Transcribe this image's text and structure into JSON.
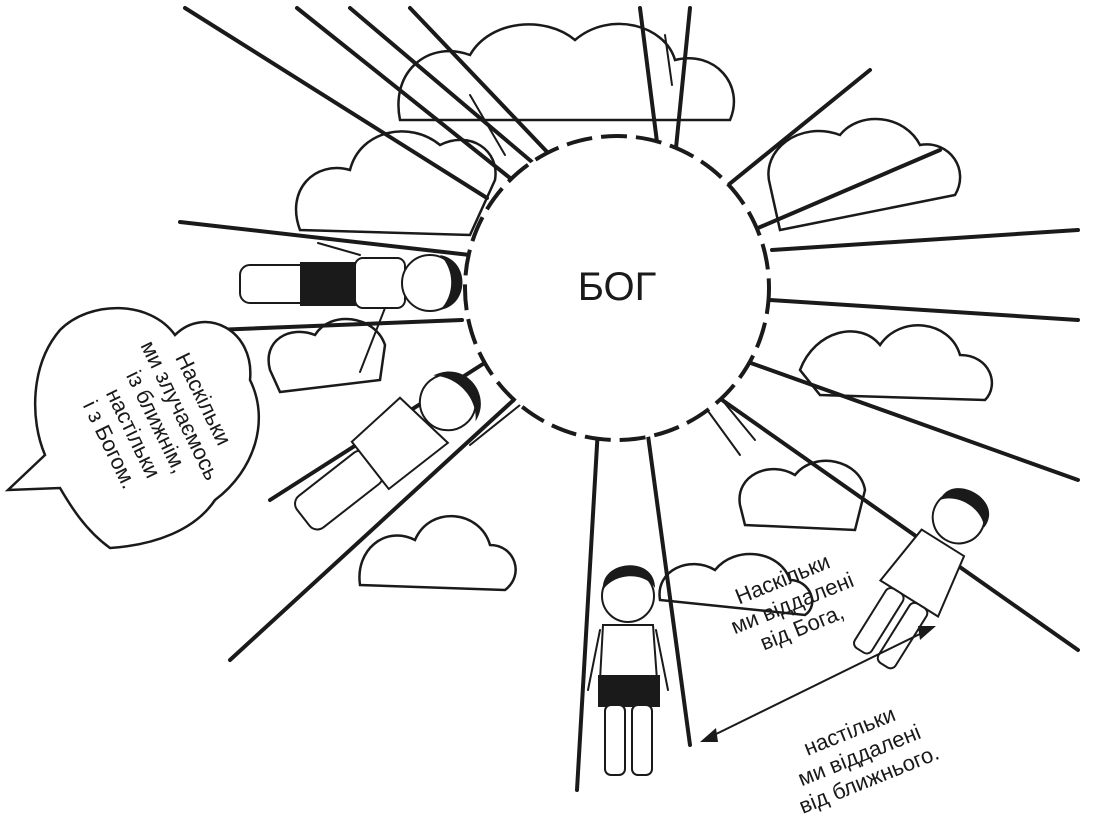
{
  "center": {
    "label": "БОГ"
  },
  "heart_bubble": {
    "lines": [
      "Наскільки",
      "ми злучаємось",
      "із ближнім,",
      "настільки",
      "і з Богом."
    ]
  },
  "caption_top": {
    "lines": [
      "Наскільки",
      "ми віддалені",
      "від Бога,"
    ]
  },
  "caption_bottom": {
    "lines": [
      "настільки",
      "ми віддалені",
      "від ближнього."
    ]
  }
}
